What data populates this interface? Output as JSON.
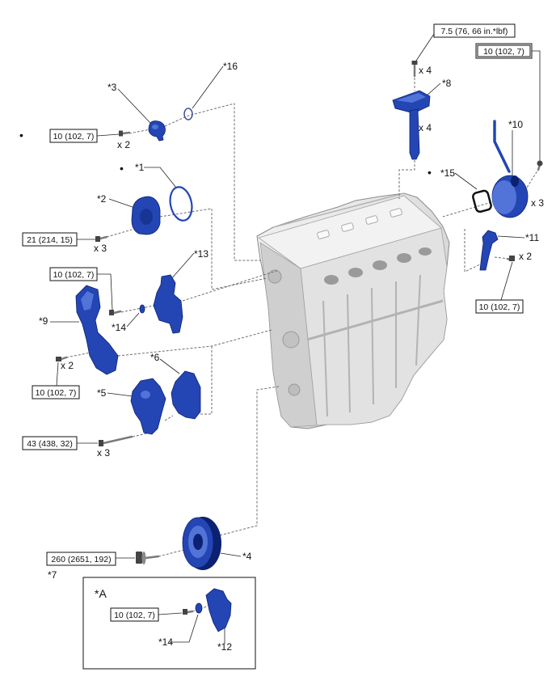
{
  "main_view": {
    "torque_specs": [
      "7.5 (76, 66 in.*lbf)",
      "10 (102, 7)",
      "10 (102, 7)",
      "21 (214, 15)",
      "10 (102, 7)",
      "10 (102, 7)",
      "10 (102, 7)",
      "43 (438, 32)",
      "260 (2651, 192)"
    ],
    "quantities": [
      "x 4",
      "x 4",
      "x 2",
      "x 3",
      "x 3",
      "x 2",
      "x 2",
      "x 3"
    ],
    "part_callouts": [
      "*16",
      "*3",
      "*8",
      "*10",
      "*1",
      "*15",
      "*2",
      "*11",
      "*13",
      "*9",
      "*14",
      "*6",
      "*5",
      "*4",
      "*7"
    ],
    "markers": [
      "•",
      "•",
      "•"
    ]
  },
  "inset_A": {
    "label": "*A",
    "torque_spec": "10 (102, 7)",
    "part_callouts": [
      "*14",
      "*12"
    ]
  },
  "colors": {
    "part": "#2446b4",
    "part_dark": "#0c2172",
    "part_light": "#5273d8",
    "engine": "#d9d9d9",
    "guide_line": "#6e6e6e"
  }
}
